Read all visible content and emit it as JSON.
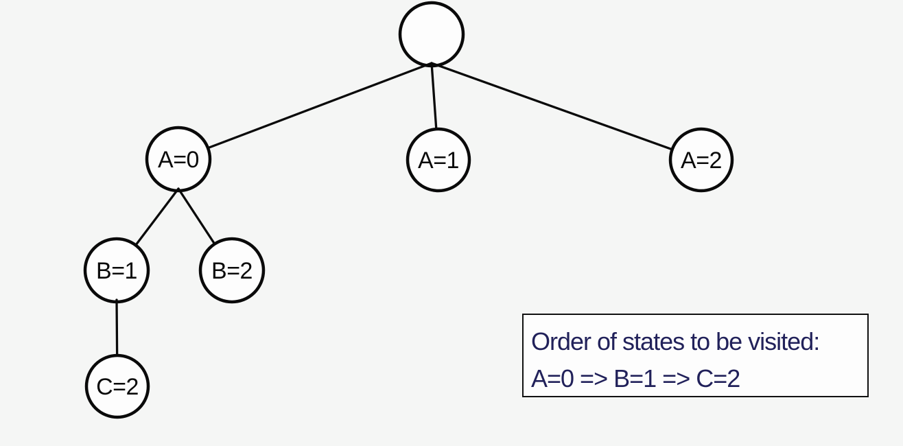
{
  "background_color": "#f5f6f5",
  "diagram": {
    "type": "search-tree",
    "node_fill": "#fdfdfd",
    "node_stroke": "#0a0a0a",
    "nodes": {
      "root": {
        "label": ""
      },
      "a0": {
        "label": "A=0"
      },
      "a1": {
        "label": "A=1"
      },
      "a2": {
        "label": "A=2"
      },
      "b1": {
        "label": "B=1"
      },
      "b2": {
        "label": "B=2"
      },
      "c2": {
        "label": "C=2"
      }
    },
    "edges": [
      {
        "from": "root",
        "to": "a0"
      },
      {
        "from": "root",
        "to": "a1"
      },
      {
        "from": "root",
        "to": "a2"
      },
      {
        "from": "a0",
        "to": "b1"
      },
      {
        "from": "a0",
        "to": "b2"
      },
      {
        "from": "b1",
        "to": "c2"
      }
    ]
  },
  "note": {
    "line1": "Order of states to be visited:",
    "line2": "A=0 => B=1 => C=2",
    "text_color": "#21215a",
    "border_color": "#111111"
  }
}
